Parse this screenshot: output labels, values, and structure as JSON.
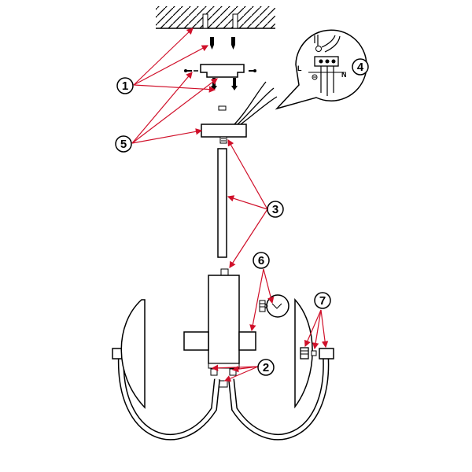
{
  "callouts": [
    {
      "id": 1,
      "label": "1"
    },
    {
      "id": 2,
      "label": "2"
    },
    {
      "id": 3,
      "label": "3"
    },
    {
      "id": 4,
      "label": "4"
    },
    {
      "id": 5,
      "label": "5"
    },
    {
      "id": 6,
      "label": "6"
    },
    {
      "id": 7,
      "label": "7"
    }
  ],
  "wiring_labels": {
    "live": "L",
    "neutral": "N"
  },
  "colors": {
    "line": "#000000",
    "leader": "#d0102a"
  }
}
